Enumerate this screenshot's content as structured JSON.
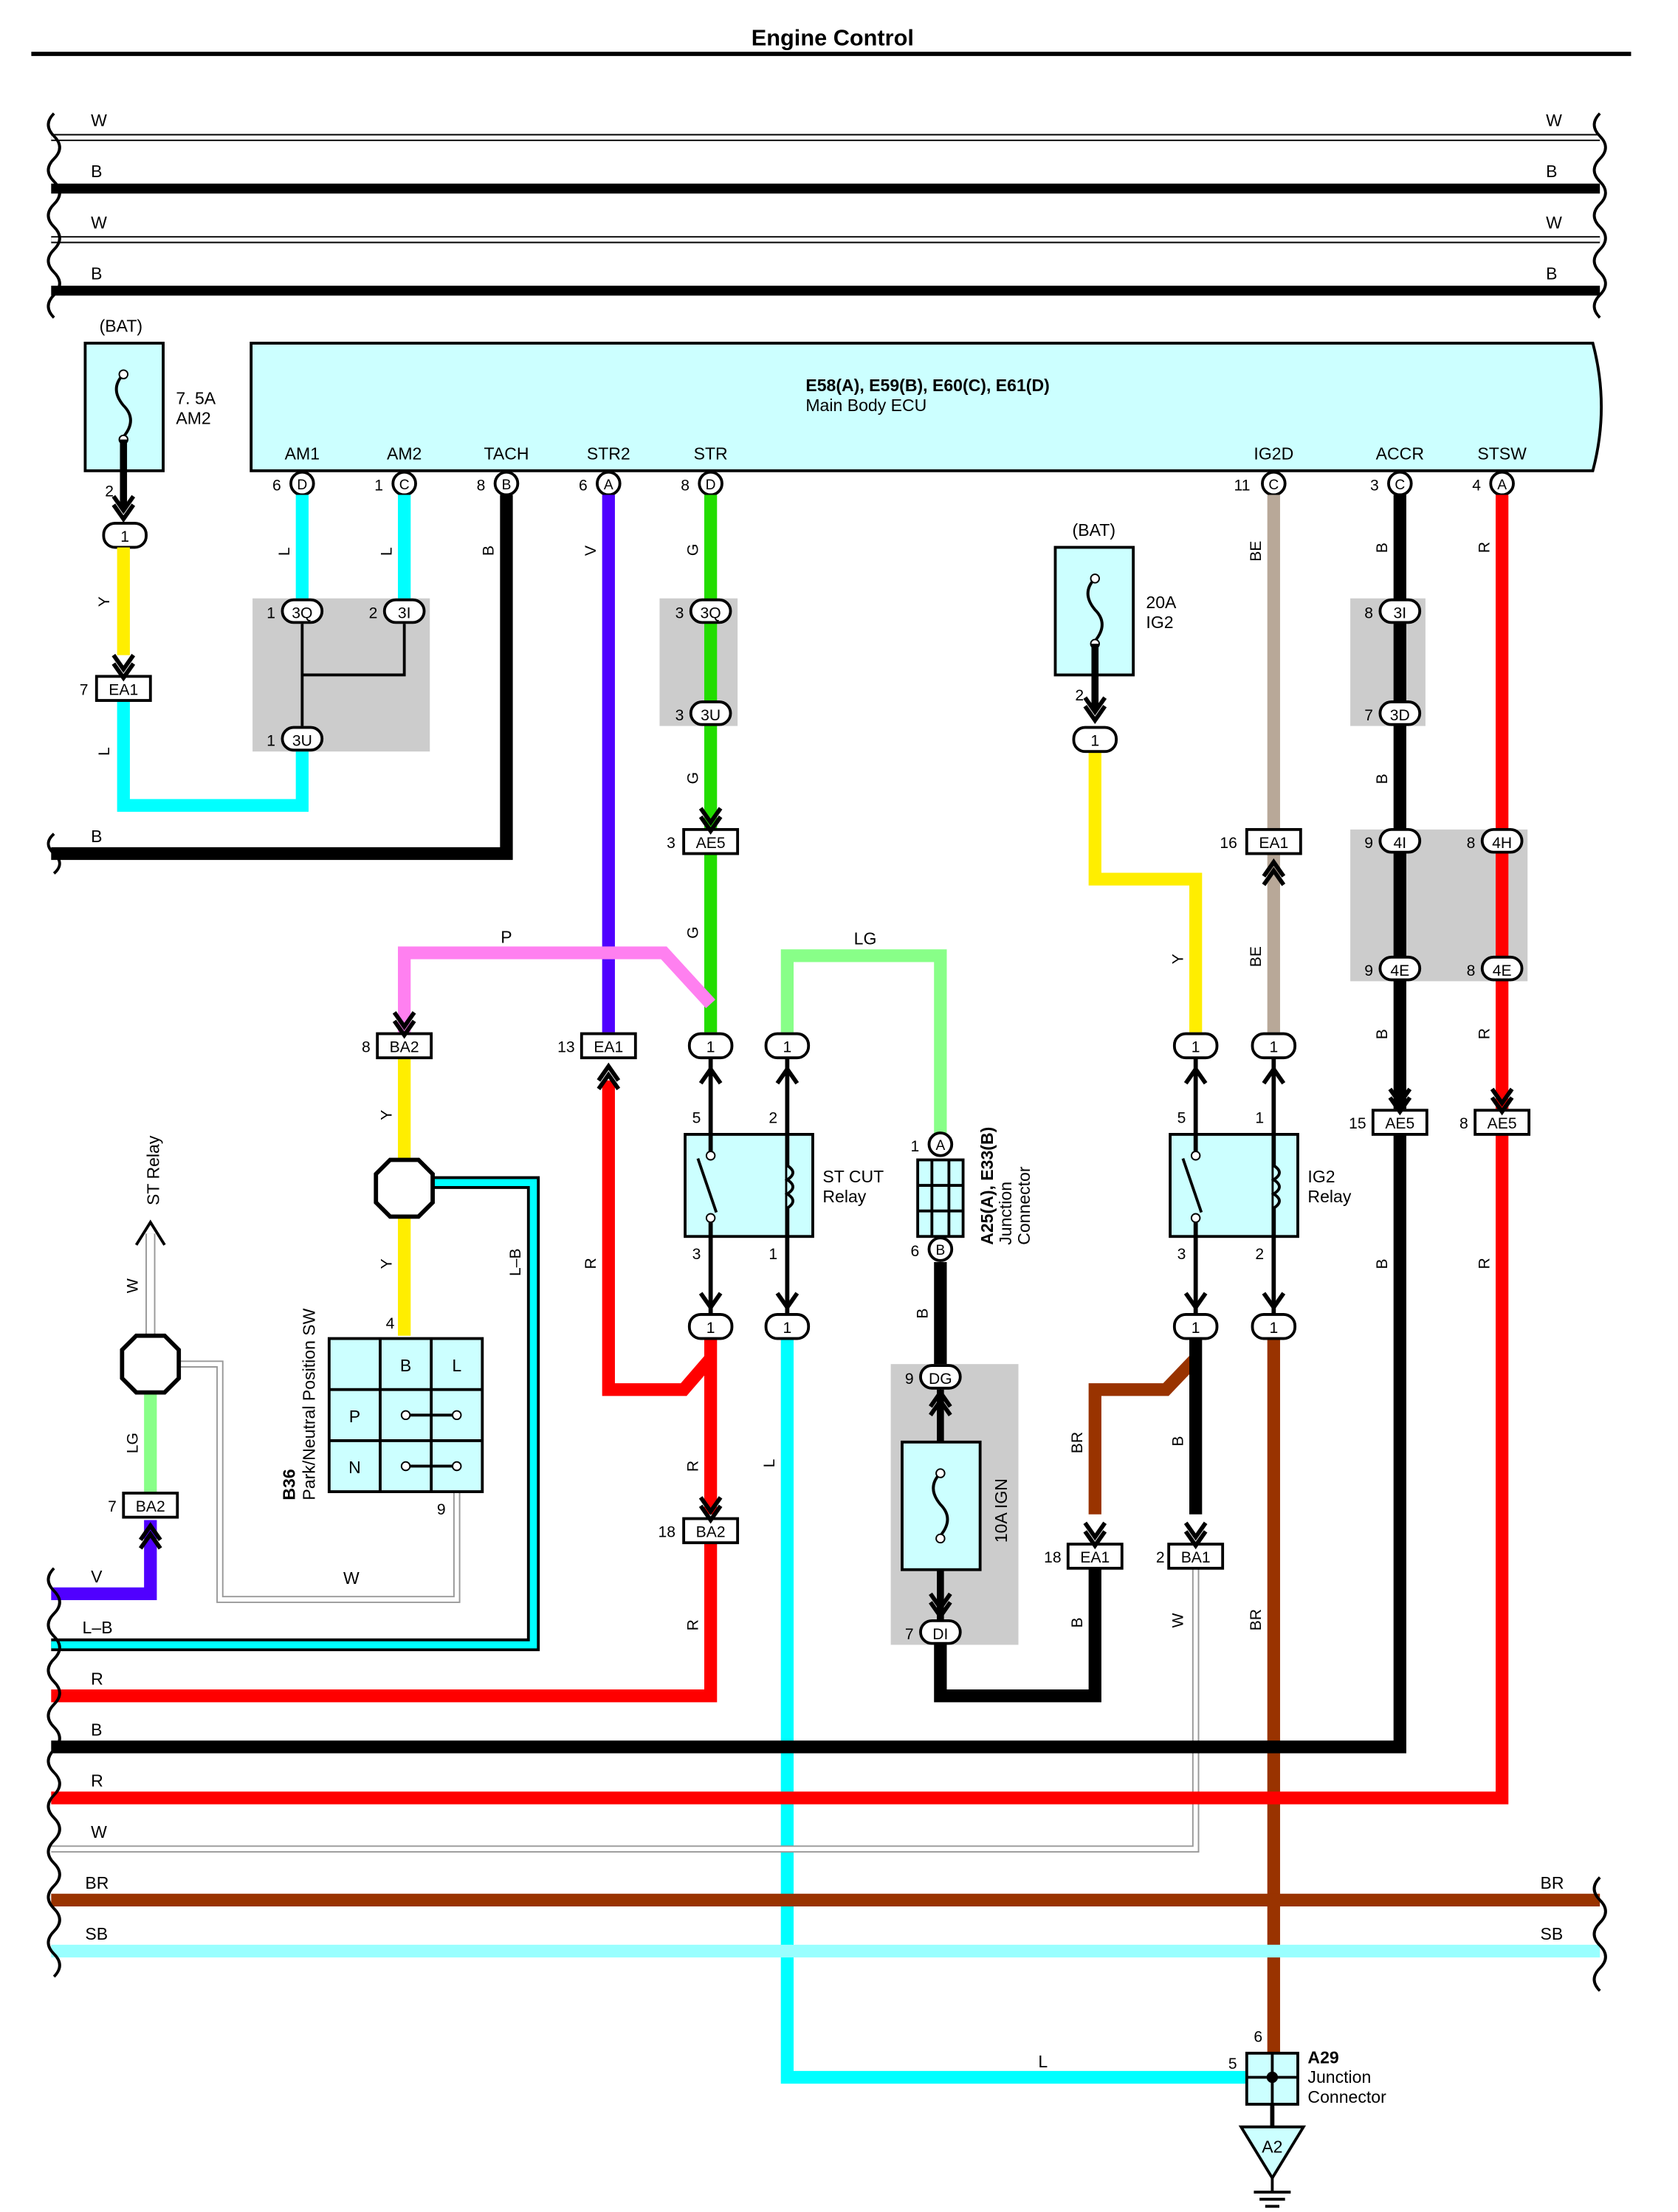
{
  "title": "Engine Control",
  "colors": {
    "W": "#ffffff",
    "B": "#000000",
    "L": "#00ffff",
    "Y": "#ffee00",
    "V": "#5000ff",
    "G": "#22dd00",
    "BE": "#b8a898",
    "R": "#ff0000",
    "P": "#ff80f0",
    "LG": "#88ff88",
    "BR": "#993300",
    "SB": "#99ffff",
    "LB": "#00ffff",
    "gray_box": "#cccccc",
    "component": "#ccffff"
  },
  "top_buses": [
    {
      "id": "w1",
      "label": "W",
      "color": "W"
    },
    {
      "id": "b1",
      "label": "B",
      "color": "B"
    },
    {
      "id": "w2",
      "label": "W",
      "color": "W"
    },
    {
      "id": "b2",
      "label": "B",
      "color": "B"
    }
  ],
  "ecu": {
    "title": "E58(A), E59(B), E60(C), E61(D)",
    "subtitle": "Main Body ECU",
    "terminals": [
      {
        "name": "AM1",
        "pin": "6",
        "letter": "D"
      },
      {
        "name": "AM2",
        "pin": "1",
        "letter": "C"
      },
      {
        "name": "TACH",
        "pin": "8",
        "letter": "B"
      },
      {
        "name": "STR2",
        "pin": "6",
        "letter": "A"
      },
      {
        "name": "STR",
        "pin": "8",
        "letter": "D"
      },
      {
        "name": "IG2D",
        "pin": "11",
        "letter": "C"
      },
      {
        "name": "ACCR",
        "pin": "3",
        "letter": "C"
      },
      {
        "name": "STSW",
        "pin": "4",
        "letter": "A"
      }
    ]
  },
  "fuse_am2": {
    "source": "(BAT)",
    "rating": "7. 5A",
    "name": "AM2",
    "pin": "2",
    "conn": "1"
  },
  "fuse_ig2": {
    "source": "(BAT)",
    "rating": "20A",
    "name": "IG2",
    "pin": "2",
    "conn": "1"
  },
  "fuse_ign": {
    "label": "10A IGN"
  },
  "st_cut_relay": {
    "name": "ST CUT",
    "sub": "Relay",
    "pins": [
      "5",
      "2",
      "3",
      "1"
    ]
  },
  "ig2_relay": {
    "name": "IG2",
    "sub": "Relay",
    "pins": [
      "5",
      "1",
      "3",
      "2"
    ]
  },
  "junction_a25": {
    "name": "A25(A), E33(B)",
    "sub1": "Junction",
    "sub2": "Connector",
    "pin_top": "1",
    "letter_top": "A",
    "pin_bot": "6",
    "letter_bot": "B"
  },
  "junction_a29": {
    "name": "A29",
    "sub1": "Junction",
    "sub2": "Connector",
    "pin_top": "6",
    "pin_left": "5",
    "ground": "A2"
  },
  "pnp_switch": {
    "code": "B36",
    "name": "Park/Neutral Position SW",
    "cols": [
      "B",
      "L"
    ],
    "rows": [
      "P",
      "N"
    ],
    "pin_top": "4",
    "pin_bot": "9"
  },
  "st_relay": {
    "label": "ST Relay"
  },
  "connectors": {
    "ea1_am2": {
      "pin": "7",
      "name": "EA1"
    },
    "c3q_a": {
      "pin": "1",
      "name": "3Q"
    },
    "c3i_a": {
      "pin": "2",
      "name": "3I"
    },
    "c3u_a": {
      "pin": "1",
      "name": "3U"
    },
    "c3q_b": {
      "pin": "3",
      "name": "3Q"
    },
    "c3u_b": {
      "pin": "3",
      "name": "3U"
    },
    "ae5_g": {
      "pin": "3",
      "name": "AE5"
    },
    "ba2_p": {
      "pin": "8",
      "name": "BA2"
    },
    "ea1_str2": {
      "pin": "13",
      "name": "EA1"
    },
    "ba2_r": {
      "pin": "18",
      "name": "BA2"
    },
    "ba2_lg": {
      "pin": "7",
      "name": "BA2"
    },
    "dg": {
      "pin": "9",
      "name": "DG"
    },
    "di": {
      "pin": "7",
      "name": "DI"
    },
    "ea1_br": {
      "pin": "18",
      "name": "EA1"
    },
    "ba1": {
      "pin": "2",
      "name": "BA1"
    },
    "ea1_be": {
      "pin": "16",
      "name": "EA1"
    },
    "c3i_b": {
      "pin": "8",
      "name": "3I"
    },
    "c3d": {
      "pin": "7",
      "name": "3D"
    },
    "c4i": {
      "pin": "9",
      "name": "4I"
    },
    "c4h": {
      "pin": "8",
      "name": "4H"
    },
    "c4e_a": {
      "pin": "9",
      "name": "4E"
    },
    "c4e_b": {
      "pin": "8",
      "name": "4E"
    },
    "ae5_b": {
      "pin": "15",
      "name": "AE5"
    },
    "ae5_r": {
      "pin": "8",
      "name": "AE5"
    },
    "one": "1"
  },
  "wire_labels": {
    "y": "Y",
    "l": "L",
    "b": "B",
    "v": "V",
    "g": "G",
    "p": "P",
    "lg": "LG",
    "r": "R",
    "be": "BE",
    "w": "W",
    "br": "BR",
    "lb": "L–B",
    "sb": "SB"
  },
  "bottom_buses": [
    {
      "id": "lb",
      "label": "L–B"
    },
    {
      "id": "r1",
      "label": "R"
    },
    {
      "id": "b",
      "label": "B"
    },
    {
      "id": "r2",
      "label": "R"
    },
    {
      "id": "w",
      "label": "W"
    },
    {
      "id": "br",
      "label": "BR"
    },
    {
      "id": "sb",
      "label": "SB"
    }
  ]
}
